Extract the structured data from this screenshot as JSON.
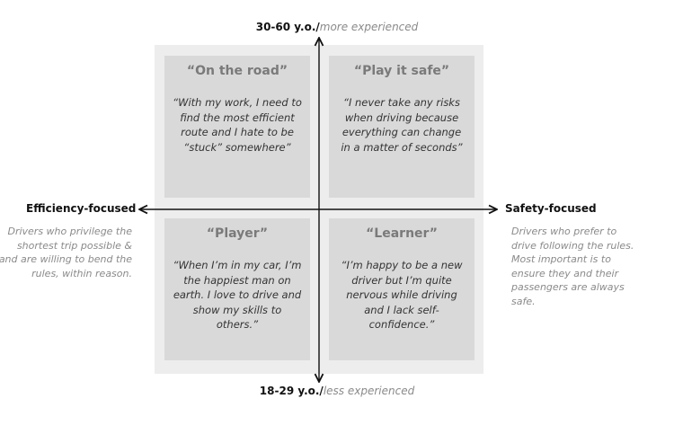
{
  "axes": {
    "top": {
      "age": "30-60 y.o./",
      "experience": "more experienced"
    },
    "bottom": {
      "age": "18-29 y.o./",
      "experience": "less experienced"
    },
    "left": {
      "title": "Efficiency-focused",
      "description": "Drivers who privilege the shortest trip possible & and are willing to bend the rules, within reason."
    },
    "right": {
      "title": "Safety-focused",
      "description": "Drivers who prefer to drive following the rules. Most important is to ensure they and their passengers are always safe."
    }
  },
  "quadrants": {
    "top_left": {
      "title": "“On the road”",
      "quote": "“With my work, I need to find the most efficient route and I hate to be “stuck” somewhere”"
    },
    "top_right": {
      "title": "“Play it safe”",
      "quote": "“I never take any risks when driving because everything can change in a matter of seconds”"
    },
    "bottom_left": {
      "title": "“Player”",
      "quote": "“When I’m in my car, I’m the happiest man on earth. I love to drive and show my skills to others.”"
    },
    "bottom_right": {
      "title": "“Learner”",
      "quote": "“I’m happy to be a new driver but I’m quite nervous while driving and I lack self-confidence.”"
    }
  },
  "colors": {
    "board": "#ededed",
    "card": "#d9d9d9",
    "axis": "#111111",
    "muted_text": "#8a8a8a"
  }
}
